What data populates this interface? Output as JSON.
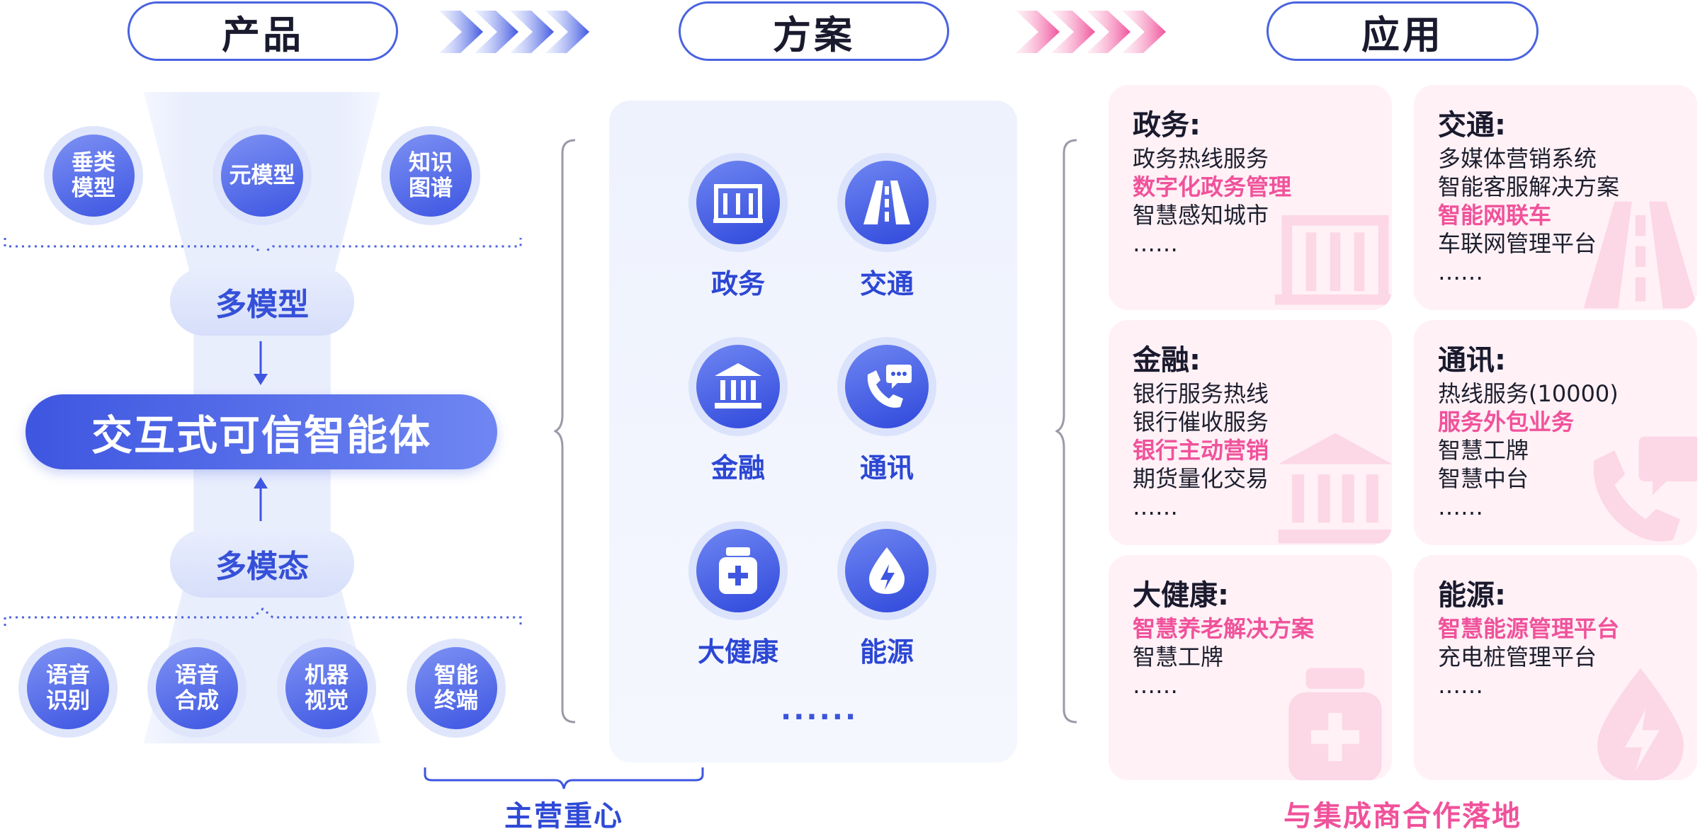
{
  "headers": {
    "product": "产品",
    "solution": "方案",
    "application": "应用"
  },
  "product": {
    "top_models": [
      "垂类\n模型",
      "元模型",
      "知识\n图谱"
    ],
    "multi_model": "多模型",
    "agent": "交互式可信智能体",
    "multi_modal": "多模态",
    "bottom_caps": [
      "语音\n识别",
      "语音\n合成",
      "机器\n视觉",
      "智能\n终端"
    ]
  },
  "solutions": {
    "items": [
      {
        "label": "政务",
        "icon": "government-building-icon"
      },
      {
        "label": "交通",
        "icon": "road-icon"
      },
      {
        "label": "金融",
        "icon": "bank-icon"
      },
      {
        "label": "通讯",
        "icon": "phone-chat-icon"
      },
      {
        "label": "大健康",
        "icon": "medicine-bottle-icon"
      },
      {
        "label": "能源",
        "icon": "energy-drop-icon"
      }
    ],
    "more": "......",
    "caption": "主营重心"
  },
  "applications": {
    "cards": [
      {
        "title": "政务:",
        "icon": "government-building-icon",
        "lines": [
          {
            "text": "政务热线服务",
            "highlight": false
          },
          {
            "text": "数字化政务管理",
            "highlight": true
          },
          {
            "text": "智慧感知城市",
            "highlight": false
          },
          {
            "text": "……",
            "highlight": false
          }
        ]
      },
      {
        "title": "交通:",
        "icon": "road-icon",
        "lines": [
          {
            "text": "多媒体营销系统",
            "highlight": false
          },
          {
            "text": "智能客服解决方案",
            "highlight": false
          },
          {
            "text": "智能网联车",
            "highlight": true
          },
          {
            "text": "车联网管理平台",
            "highlight": false
          },
          {
            "text": "……",
            "highlight": false
          }
        ]
      },
      {
        "title": "金融:",
        "icon": "bank-icon",
        "lines": [
          {
            "text": "银行服务热线",
            "highlight": false
          },
          {
            "text": "银行催收服务",
            "highlight": false
          },
          {
            "text": "银行主动营销",
            "highlight": true
          },
          {
            "text": "期货量化交易",
            "highlight": false
          },
          {
            "text": "……",
            "highlight": false
          }
        ]
      },
      {
        "title": "通讯:",
        "icon": "phone-chat-icon",
        "lines": [
          {
            "text": "热线服务(10000)",
            "highlight": false
          },
          {
            "text": "服务外包业务",
            "highlight": true
          },
          {
            "text": "智慧工牌",
            "highlight": false
          },
          {
            "text": "智慧中台",
            "highlight": false
          },
          {
            "text": "……",
            "highlight": false
          }
        ]
      },
      {
        "title": "大健康:",
        "icon": "medicine-bottle-icon",
        "lines": [
          {
            "text": "智慧养老解决方案",
            "highlight": true
          },
          {
            "text": "智慧工牌",
            "highlight": false
          },
          {
            "text": "……",
            "highlight": false
          }
        ]
      },
      {
        "title": "能源:",
        "icon": "energy-drop-icon",
        "lines": [
          {
            "text": "智慧能源管理平台",
            "highlight": true
          },
          {
            "text": "充电桩管理平台",
            "highlight": false
          },
          {
            "text": "……",
            "highlight": false
          }
        ]
      }
    ],
    "caption": "与集成商合作落地"
  },
  "colors": {
    "blue": "#3e56e0",
    "pink": "#f0529b",
    "pink_bg": "#fff1f6"
  }
}
